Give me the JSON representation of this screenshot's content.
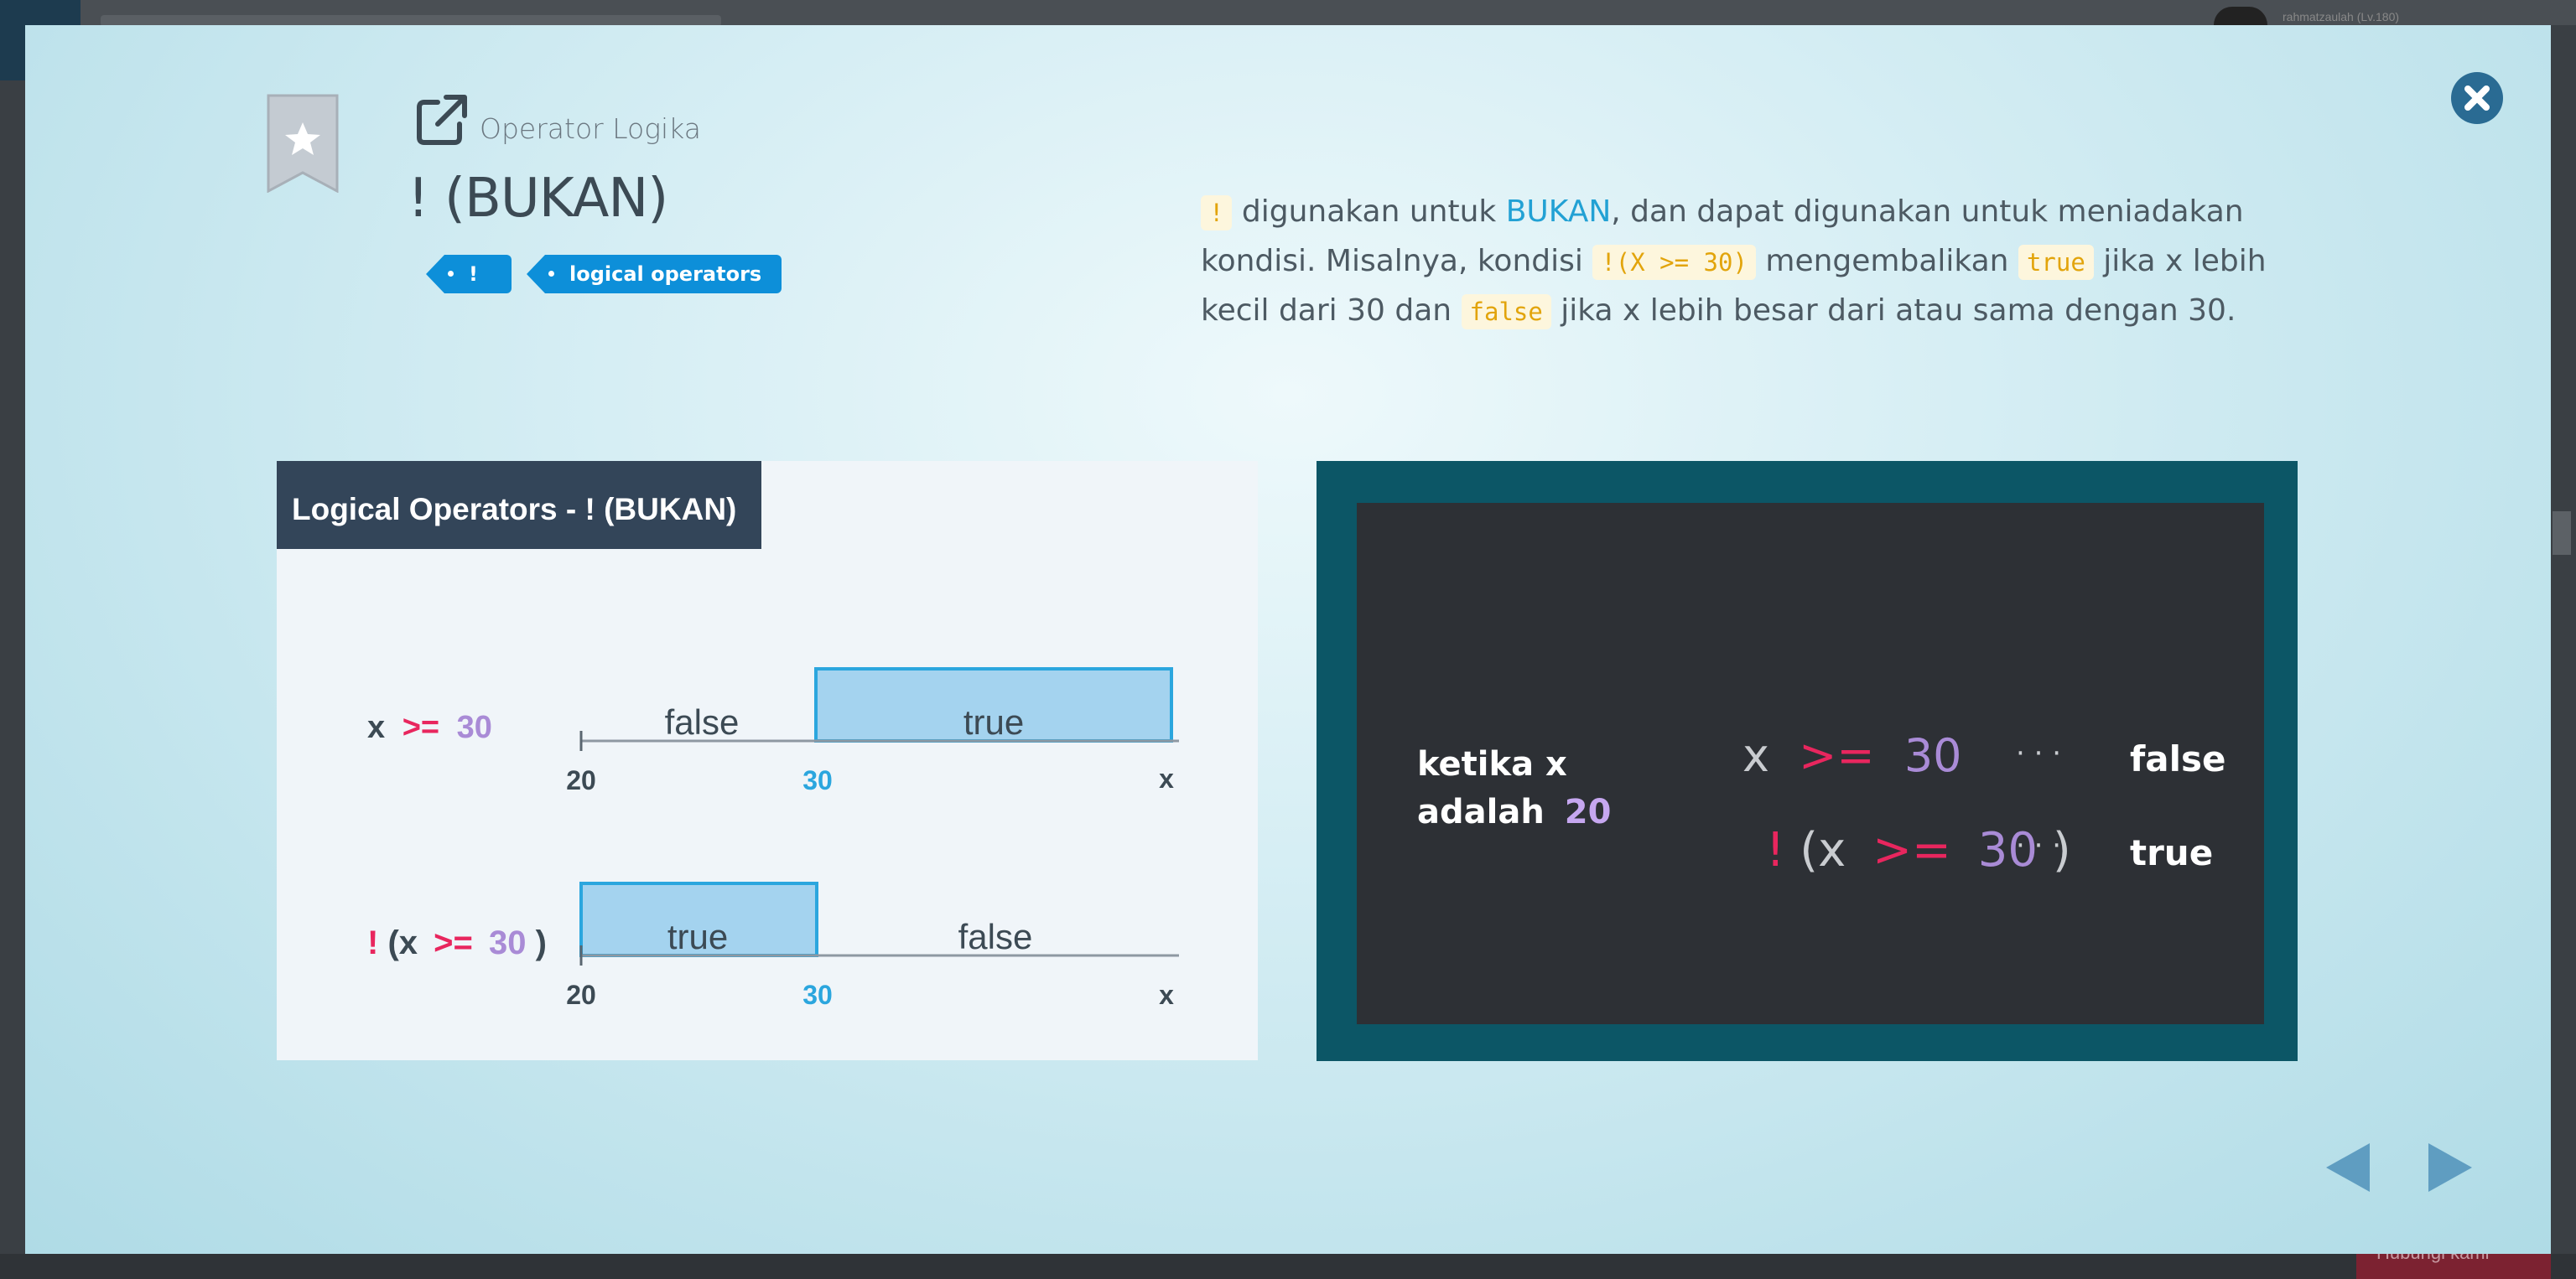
{
  "background": {
    "username": "rahmatzaulah (Lv.180)",
    "bottom_button": "Hubungi kami"
  },
  "modal": {
    "category": "Operator Logika",
    "title": "! (BUKAN)",
    "tags": [
      "!",
      "logical operators"
    ],
    "description": {
      "code_not": "!",
      "t1": " digunakan untuk ",
      "kw_bukan": "BUKAN",
      "t2": ", dan dapat digunakan untuk meniadakan kondisi. Misalnya, kondisi ",
      "code_expr": "!(X >= 30)",
      "t3": " mengembalikan ",
      "code_true": "true",
      "t4": " jika x lebih kecil dari 30 dan ",
      "code_false": "false",
      "t5": " jika x lebih besar dari atau sama dengan 30."
    },
    "diagram_left": {
      "header": "Logical Operators - ! (BUKAN)",
      "row1": {
        "x": "x",
        "op": ">=",
        "num": "30",
        "false_label": "false",
        "true_label": "true",
        "ticks": [
          "20",
          "30",
          "x"
        ]
      },
      "row2": {
        "bang": "!",
        "paren_open": "(x",
        "op": ">=",
        "num": "30",
        "paren_close": ")",
        "true_label": "true",
        "false_label": "false",
        "ticks": [
          "20",
          "30",
          "x"
        ]
      }
    },
    "diagram_right": {
      "left_line1": "ketika x",
      "left_line2_a": "adalah",
      "left_line2_b": "20",
      "expr1_x": "x",
      "expr1_op": ">=",
      "expr1_num": "30",
      "expr1_dots": "· · ·",
      "expr1_result": "false",
      "expr2_bang": "!",
      "expr2_open": "(x",
      "expr2_op": ">=",
      "expr2_num": "30",
      "expr2_close": ")",
      "expr2_dots": "· · ·",
      "expr2_result": "true"
    },
    "colors": {
      "accent_blue": "#0d8fd9",
      "close_bg": "#2a6b93",
      "keyword_pink": "#e8265e",
      "number_purple": "#a98bd6",
      "tick_blue": "#2ba6de",
      "code_yellow": "#e2a40b"
    },
    "icons": [
      "bookmark-star-icon",
      "external-link-icon",
      "close-icon",
      "chevron-left-icon",
      "chevron-right-icon"
    ]
  }
}
